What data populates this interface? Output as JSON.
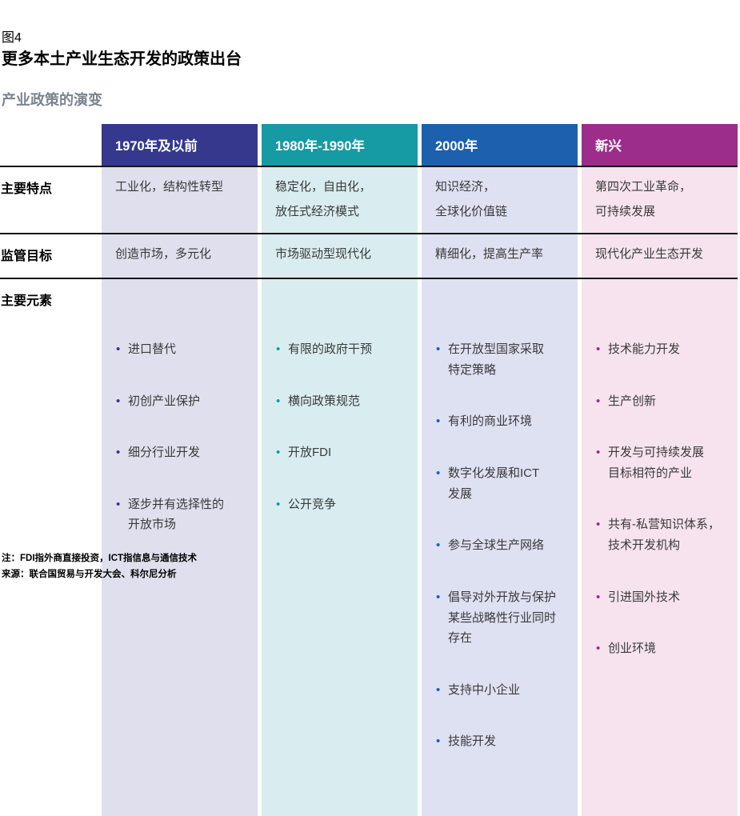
{
  "figure": {
    "label": "图4",
    "title": "更多本土产业生态开发的政策出台",
    "subtitle": "产业政策的演变"
  },
  "table": {
    "columns": [
      {
        "header": "1970年及以前",
        "header_bg": "#35388d",
        "body_bg": "#dfdfee",
        "bullet_color": "#35388d"
      },
      {
        "header": "1980年-1990年",
        "header_bg": "#169aa3",
        "body_bg": "#d9edf0",
        "bullet_color": "#169aa3"
      },
      {
        "header": "2000年",
        "header_bg": "#1c60ae",
        "body_bg": "#dde1f2",
        "bullet_color": "#1c60ae"
      },
      {
        "header": "新兴",
        "header_bg": "#9c2d8a",
        "body_bg": "#f6e3ee",
        "bullet_color": "#9c2d8a"
      }
    ],
    "rows": [
      {
        "label": "主要特点",
        "cells": [
          "工业化，结构性转型",
          "稳定化，自由化，\n放任式经济模式",
          "知识经济，\n全球化价值链",
          "第四次工业革命，\n可持续发展"
        ]
      },
      {
        "label": "监管目标",
        "cells": [
          "创造市场，多元化",
          "市场驱动型现代化",
          "精细化，提高生产率",
          "现代化产业生态开发"
        ]
      },
      {
        "label": "主要元素",
        "bullets": [
          [
            "进口替代",
            "初创产业保护",
            "细分行业开发",
            "逐步并有选择性的\n开放市场"
          ],
          [
            "有限的政府干预",
            "横向政策规范",
            "开放FDI",
            "公开竞争"
          ],
          [
            "在开放型国家采取\n特定策略",
            "有利的商业环境",
            "数字化发展和ICT\n发展",
            "参与全球生产网络",
            "倡导对外开放与保护\n某些战略性行业同时\n存在",
            "支持中小企业",
            "技能开发"
          ],
          [
            "技术能力开发",
            "生产创新",
            "开发与可持续发展\n目标相符的产业",
            "共有-私营知识体系，\n技术开发机构",
            "引进国外技术",
            "创业环境"
          ]
        ]
      }
    ]
  },
  "footnotes": {
    "note": "注：FDI指外商直接投资，ICT指信息与通信技术",
    "source": "来源：联合国贸易与开发大会、科尔尼分析"
  }
}
